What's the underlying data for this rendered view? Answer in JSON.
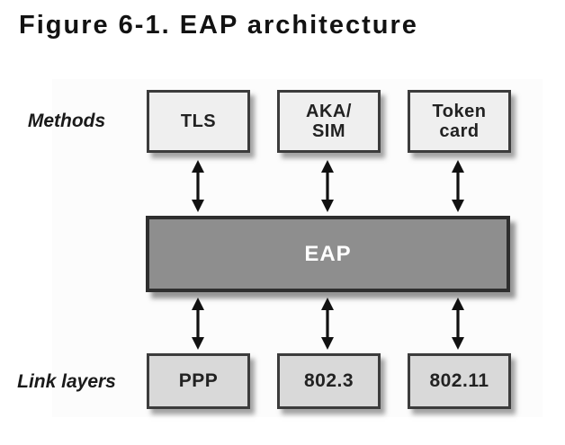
{
  "figure": {
    "title": "Figure 6-1. EAP architecture"
  },
  "diagram": {
    "row_labels": {
      "methods": "Methods",
      "link_layers": "Link layers"
    },
    "methods": [
      {
        "label": "TLS"
      },
      {
        "label": "AKA/\nSIM"
      },
      {
        "label": "Token\ncard"
      }
    ],
    "core": {
      "label": "EAP"
    },
    "link_layers": [
      {
        "label": "PPP"
      },
      {
        "label": "802.3"
      },
      {
        "label": "802.11"
      }
    ],
    "connectors": {
      "type": "double-headed-vertical-arrow",
      "count": 6
    },
    "colors": {
      "method_box_fill": "#efefef",
      "link_box_fill": "#d9d9d9",
      "eap_bar_fill": "#8e8e8e",
      "box_border": "#3c3c3c",
      "eap_text": "#ffffff",
      "arrow": "#111111",
      "title_text": "#121212"
    }
  }
}
